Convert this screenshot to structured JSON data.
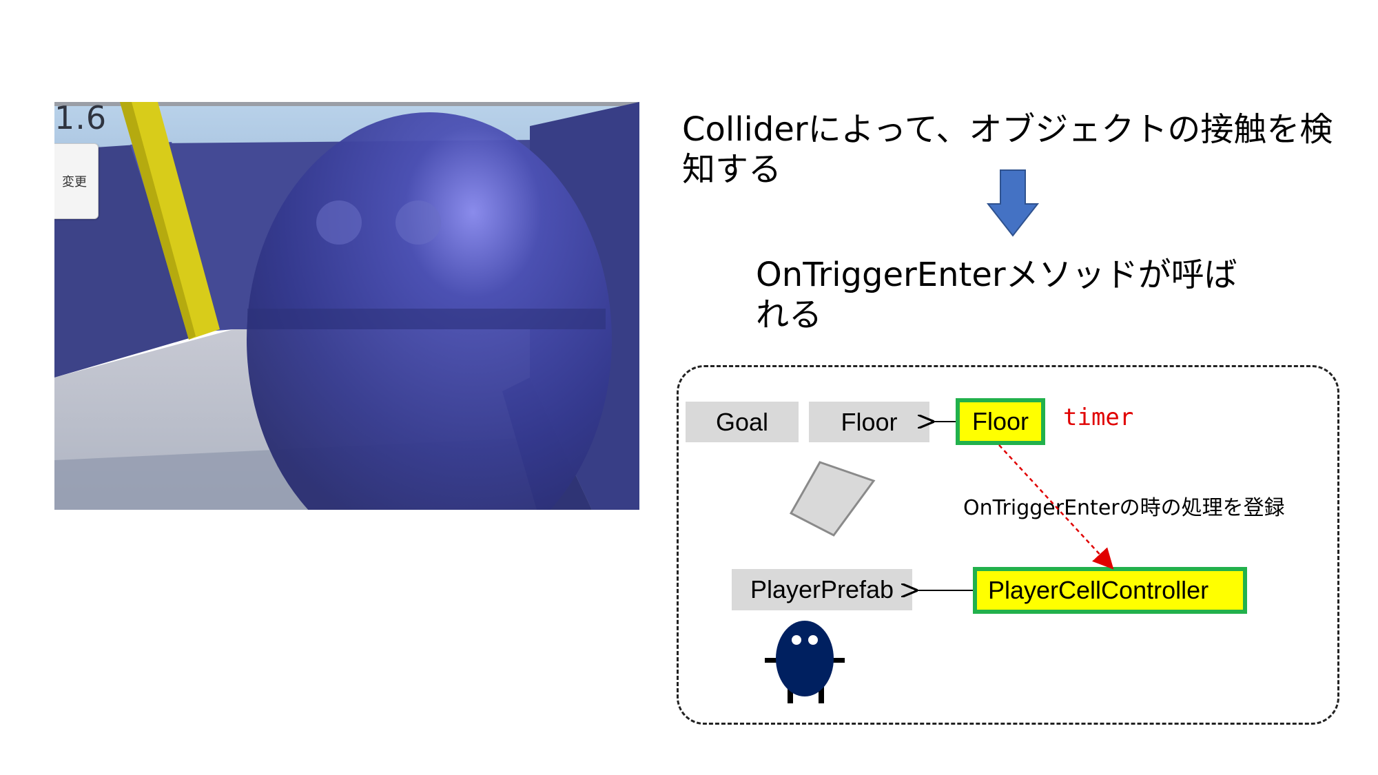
{
  "screenshot": {
    "hud_value": "1.6",
    "hud_button_label": "変更"
  },
  "headings": {
    "line1": "Colliderによって、オブジェクトの接触を検知する",
    "line2": "OnTriggerEnterメソッドが呼ばれる"
  },
  "diagram": {
    "nodes": {
      "goal": "Goal",
      "floor": "Floor",
      "floor_script": "Floor",
      "player_prefab": "PlayerPrefab",
      "player_cell_controller": "PlayerCellController"
    },
    "timer_label": "timer",
    "edge_label": "OnTriggerEnterの時の処理を登録"
  },
  "colors": {
    "arrow_down": "#4472c4",
    "script_fill": "#ffff00",
    "script_border": "#22b14c",
    "node_gray": "#d9d9d9",
    "timer_text": "#e00000",
    "character": "#002060",
    "ball": "#3a3f9a",
    "pole": "#d8cc1a"
  },
  "icons": [
    "down-arrow-icon",
    "floor-tile-icon",
    "player-character-icon"
  ]
}
